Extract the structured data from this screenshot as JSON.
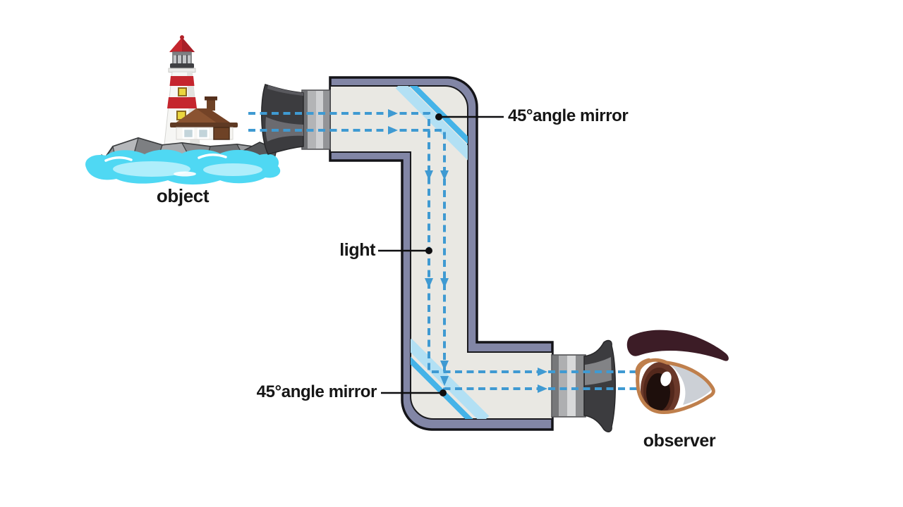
{
  "labels": {
    "top_mirror": "45°angle mirror",
    "bottom_mirror": "45°angle mirror",
    "light": "light",
    "object": "object",
    "observer": "observer"
  },
  "illustrations": {
    "object_icon": "lighthouse-island-illustration",
    "observer_icon": "human-eye-illustration"
  },
  "palette": {
    "tube_wall": "#8286a6",
    "tube_interior": "#e9e8e3",
    "outline": "#141418",
    "mirror_pale": "#b2e0f4",
    "mirror_strong": "#45b3e8",
    "ray_blue": "#3f9ad2",
    "label_text": "#161616",
    "water_cyan": "#4fd8f3",
    "lighthouse_red": "#c5262e",
    "eyebrow_brown": "#3c1c26"
  }
}
